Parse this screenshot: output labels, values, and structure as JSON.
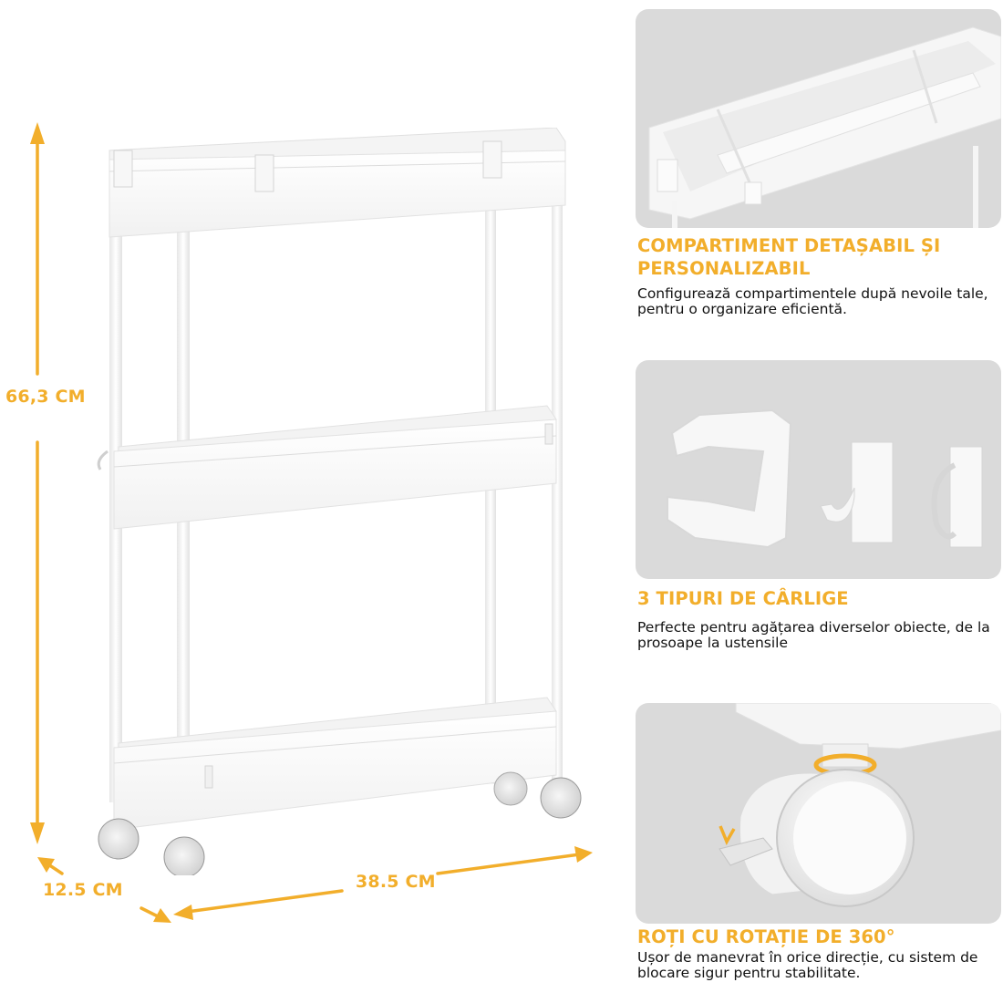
{
  "product": {
    "dimensions": {
      "height": "66,3 CM",
      "depth": "12.5 CM",
      "width": "38.5 CM"
    }
  },
  "features": [
    {
      "title": "COMPARTIMENT DETAȘABIL ȘI PERSONALIZABIL",
      "description": "Configurează compartimentele după nevoile tale, pentru o organizare eficientă.",
      "image": "removable-compartment-divider"
    },
    {
      "title": "3 TIPURI DE CÂRLIGE",
      "description": "Perfecte pentru agățarea diverselor obiecte, de la prosoape la ustensile",
      "image": "three-hook-types"
    },
    {
      "title": "ROȚI CU ROTAȚIE DE 360°",
      "description": "Ușor de manevrat în orice direcție, cu sistem de blocare sigur pentru stabilitate.",
      "image": "swivel-caster-wheel"
    }
  ],
  "colors": {
    "accent": "#F2AE2B",
    "panel_bg": "#dadada",
    "text": "#111111",
    "background": "#ffffff"
  }
}
